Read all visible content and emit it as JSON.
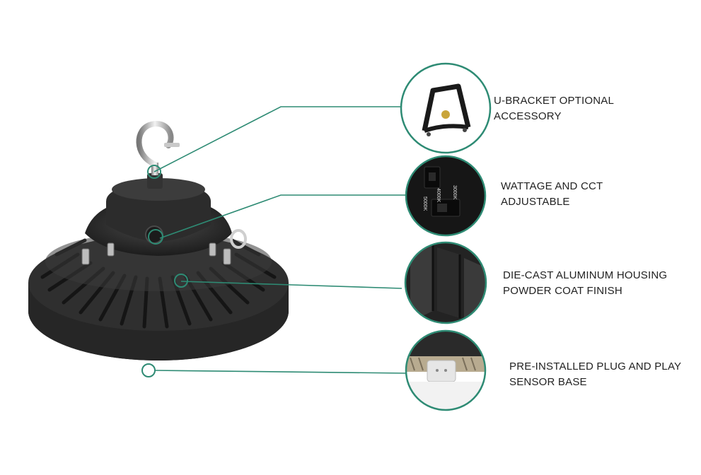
{
  "accent_color": "#2e8b74",
  "product": {
    "icon": "high-bay-light"
  },
  "callouts": [
    {
      "line1": "U-BRACKET OPTIONAL",
      "line2": "ACCESSORY"
    },
    {
      "line1": "WATTAGE AND CCT",
      "line2": "ADJUSTABLE",
      "switch_labels": [
        "3000K",
        "4000K",
        "5000K"
      ]
    },
    {
      "line1": "DIE-CAST ALUMINUM HOUSING",
      "line2": "POWDER COAT FINISH"
    },
    {
      "line1": "PRE-INSTALLED PLUG AND PLAY",
      "line2": "SENSOR BASE"
    }
  ]
}
